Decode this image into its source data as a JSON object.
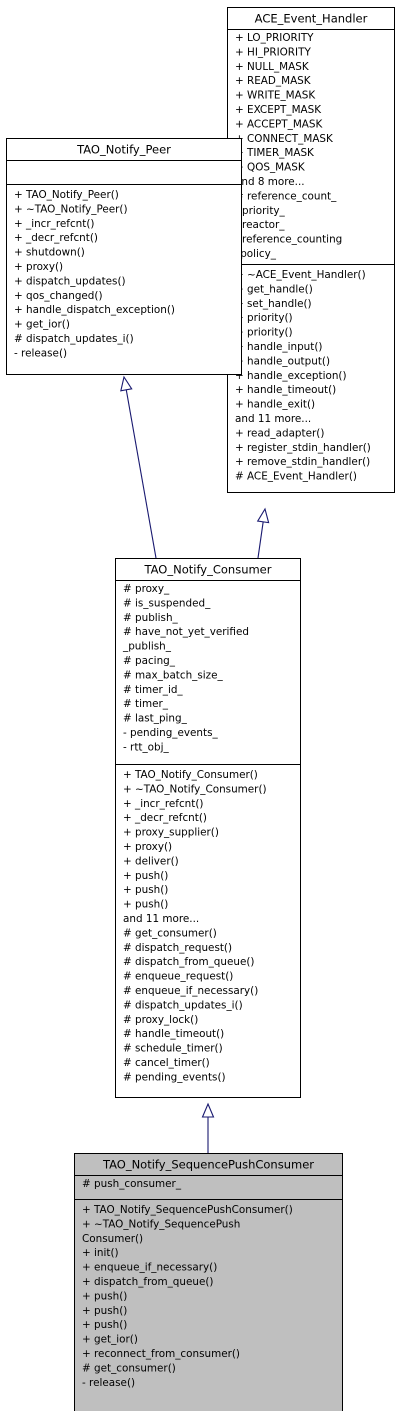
{
  "colors": {
    "border": "#000000",
    "box_fill": "#ffffff",
    "focus_fill": "#bfbfbf",
    "edge": "#191970"
  },
  "classes": [
    {
      "id": "ace_event_handler",
      "name": "ACE_Event_Handler",
      "highlighted": false,
      "attributes": [
        "+ LO_PRIORITY",
        "+ HI_PRIORITY",
        "+ NULL_MASK",
        "+ READ_MASK",
        "+ WRITE_MASK",
        "+ EXCEPT_MASK",
        "+ ACCEPT_MASK",
        "+ CONNECT_MASK",
        "+ TIMER_MASK",
        "+ QOS_MASK",
        "and 8 more...",
        "# reference_count_",
        "- priority_",
        "- reactor_",
        "- reference_counting",
        "_policy_"
      ],
      "methods": [
        "+ ~ACE_Event_Handler()",
        "+ get_handle()",
        "+ set_handle()",
        "+ priority()",
        "+ priority()",
        "+ handle_input()",
        "+ handle_output()",
        "+ handle_exception()",
        "+ handle_timeout()",
        "+ handle_exit()",
        "and 11 more...",
        "+ read_adapter()",
        "+ register_stdin_handler()",
        "+ remove_stdin_handler()",
        "# ACE_Event_Handler()"
      ]
    },
    {
      "id": "tao_notify_peer",
      "name": "TAO_Notify_Peer",
      "highlighted": false,
      "attributes": [],
      "methods": [
        "+ TAO_Notify_Peer()",
        "+ ~TAO_Notify_Peer()",
        "+ _incr_refcnt()",
        "+ _decr_refcnt()",
        "+ shutdown()",
        "+ proxy()",
        "+ dispatch_updates()",
        "+ qos_changed()",
        "+ handle_dispatch_exception()",
        "+ get_ior()",
        "# dispatch_updates_i()",
        "- release()"
      ]
    },
    {
      "id": "tao_notify_consumer",
      "name": "TAO_Notify_Consumer",
      "highlighted": false,
      "attributes": [
        "# proxy_",
        "# is_suspended_",
        "# publish_",
        "# have_not_yet_verified",
        "_publish_",
        "# pacing_",
        "# max_batch_size_",
        "# timer_id_",
        "# timer_",
        "# last_ping_",
        "- pending_events_",
        "- rtt_obj_"
      ],
      "methods": [
        "+ TAO_Notify_Consumer()",
        "+ ~TAO_Notify_Consumer()",
        "+ _incr_refcnt()",
        "+ _decr_refcnt()",
        "+ proxy_supplier()",
        "+ proxy()",
        "+ deliver()",
        "+ push()",
        "+ push()",
        "+ push()",
        "and 11 more...",
        "# get_consumer()",
        "# dispatch_request()",
        "# dispatch_from_queue()",
        "# enqueue_request()",
        "# enqueue_if_necessary()",
        "# dispatch_updates_i()",
        "# proxy_lock()",
        "# handle_timeout()",
        "# schedule_timer()",
        "# cancel_timer()",
        "# pending_events()"
      ]
    },
    {
      "id": "tao_notify_sequencepushconsumer",
      "name": "TAO_Notify_SequencePushConsumer",
      "highlighted": true,
      "attributes": [
        "# push_consumer_"
      ],
      "methods": [
        "+ TAO_Notify_SequencePushConsumer()",
        "+ ~TAO_Notify_SequencePush",
        "Consumer()",
        "+ init()",
        "+ enqueue_if_necessary()",
        "+ dispatch_from_queue()",
        "+ push()",
        "+ push()",
        "+ push()",
        "+ get_ior()",
        "+ reconnect_from_consumer()",
        "# get_consumer()",
        "- release()"
      ]
    }
  ],
  "inheritance": [
    {
      "from": "tao_notify_consumer",
      "to": "tao_notify_peer"
    },
    {
      "from": "tao_notify_consumer",
      "to": "ace_event_handler"
    },
    {
      "from": "tao_notify_sequencepushconsumer",
      "to": "tao_notify_consumer"
    }
  ]
}
